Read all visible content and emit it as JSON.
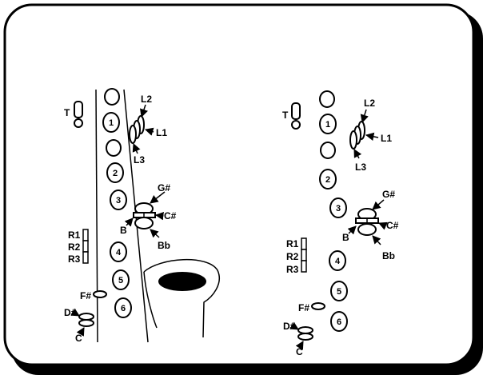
{
  "left_diagram": {
    "labels": {
      "t": "T",
      "l2": "L2",
      "l1": "L1",
      "l3": "L3",
      "g_sharp": "G#",
      "c_sharp": "C#",
      "b": "B",
      "b_flat": "Bb",
      "r1": "R1",
      "r2": "R2",
      "r3": "R3",
      "f_sharp": "F#",
      "d_sharp": "D#",
      "c": "C"
    },
    "key_numbers": [
      "1",
      "2",
      "3",
      "4",
      "5",
      "6"
    ]
  },
  "right_diagram": {
    "labels": {
      "t": "T",
      "l2": "L2",
      "l1": "L1",
      "l3": "L3",
      "g_sharp": "G#",
      "c_sharp": "C#",
      "b": "B",
      "b_flat": "Bb",
      "r1": "R1",
      "r2": "R2",
      "r3": "R3",
      "f_sharp": "F#",
      "d_sharp": "D#",
      "c": "C"
    },
    "key_numbers": [
      "1",
      "2",
      "3",
      "4",
      "5",
      "6"
    ]
  }
}
